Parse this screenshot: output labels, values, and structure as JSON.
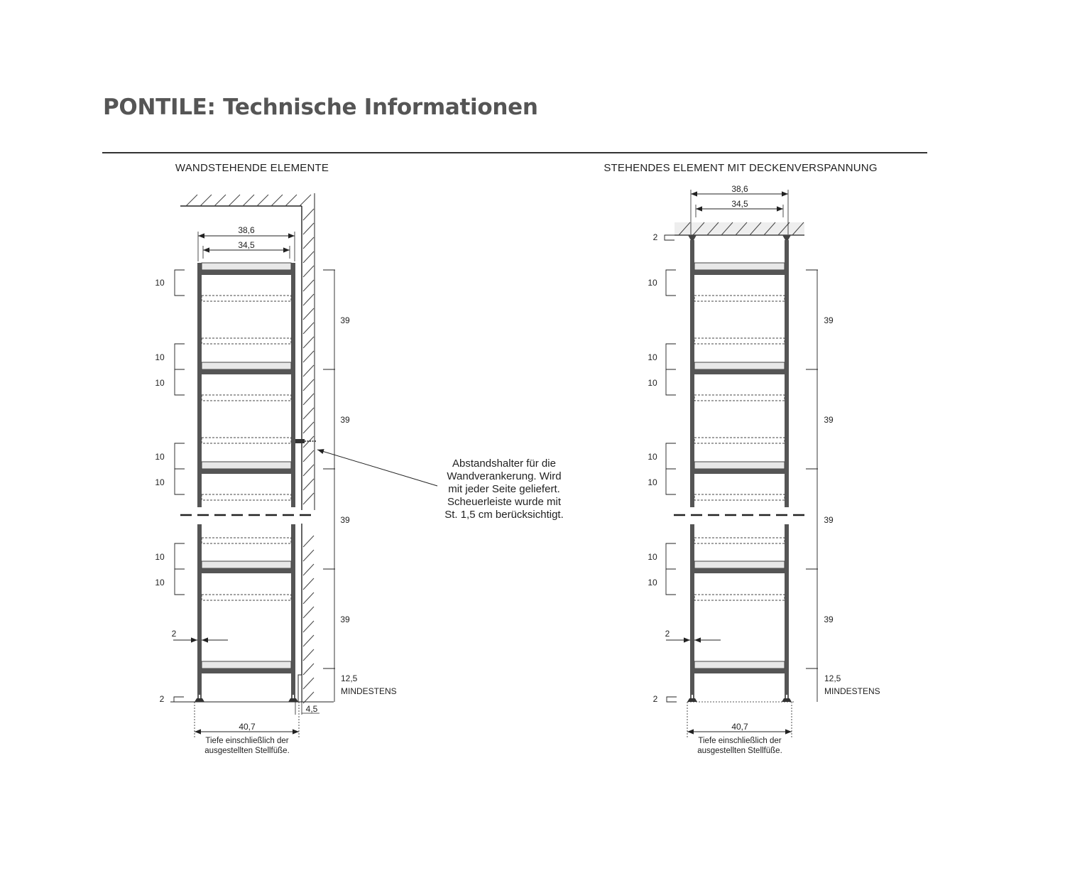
{
  "title": "PONTILE: Technische Informationen",
  "colors": {
    "title": "#555555",
    "post": "#555555",
    "line": "#222222",
    "shelf_fill": "#e8e8e8",
    "hatch": "#444444"
  },
  "left": {
    "heading": "WANDSTEHENDE ELEMENTE",
    "width_outer": "38,6",
    "width_inner": "34,5",
    "depth": "40,7",
    "depth_note_line1": "Tiefe einschließlich der",
    "depth_note_line2": "ausgestellten Stellfüße.",
    "foot_height": "2",
    "post_thickness": "2",
    "wall_gap": "4,5",
    "note_lines": [
      "Abstandshalter für die",
      "Wandverankerung. Wird",
      "mit jeder Seite geliefert.",
      "Scheuerleiste wurde mit",
      "St. 1,5 cm berücksichtigt."
    ]
  },
  "right": {
    "heading": "STEHENDES ELEMENT MIT DECKENVERSPANNUNG",
    "width_outer": "38,6",
    "width_inner": "34,5",
    "depth": "40,7",
    "depth_note_line1": "Tiefe einschließlich der",
    "depth_note_line2": "ausgestellten Stellfüße.",
    "top_height": "2",
    "foot_height": "2",
    "post_thickness": "2"
  },
  "shared": {
    "shelf_spacing": "10",
    "section_height": "39",
    "bottom_height": "12,5",
    "bottom_note": "MINDESTENS"
  }
}
